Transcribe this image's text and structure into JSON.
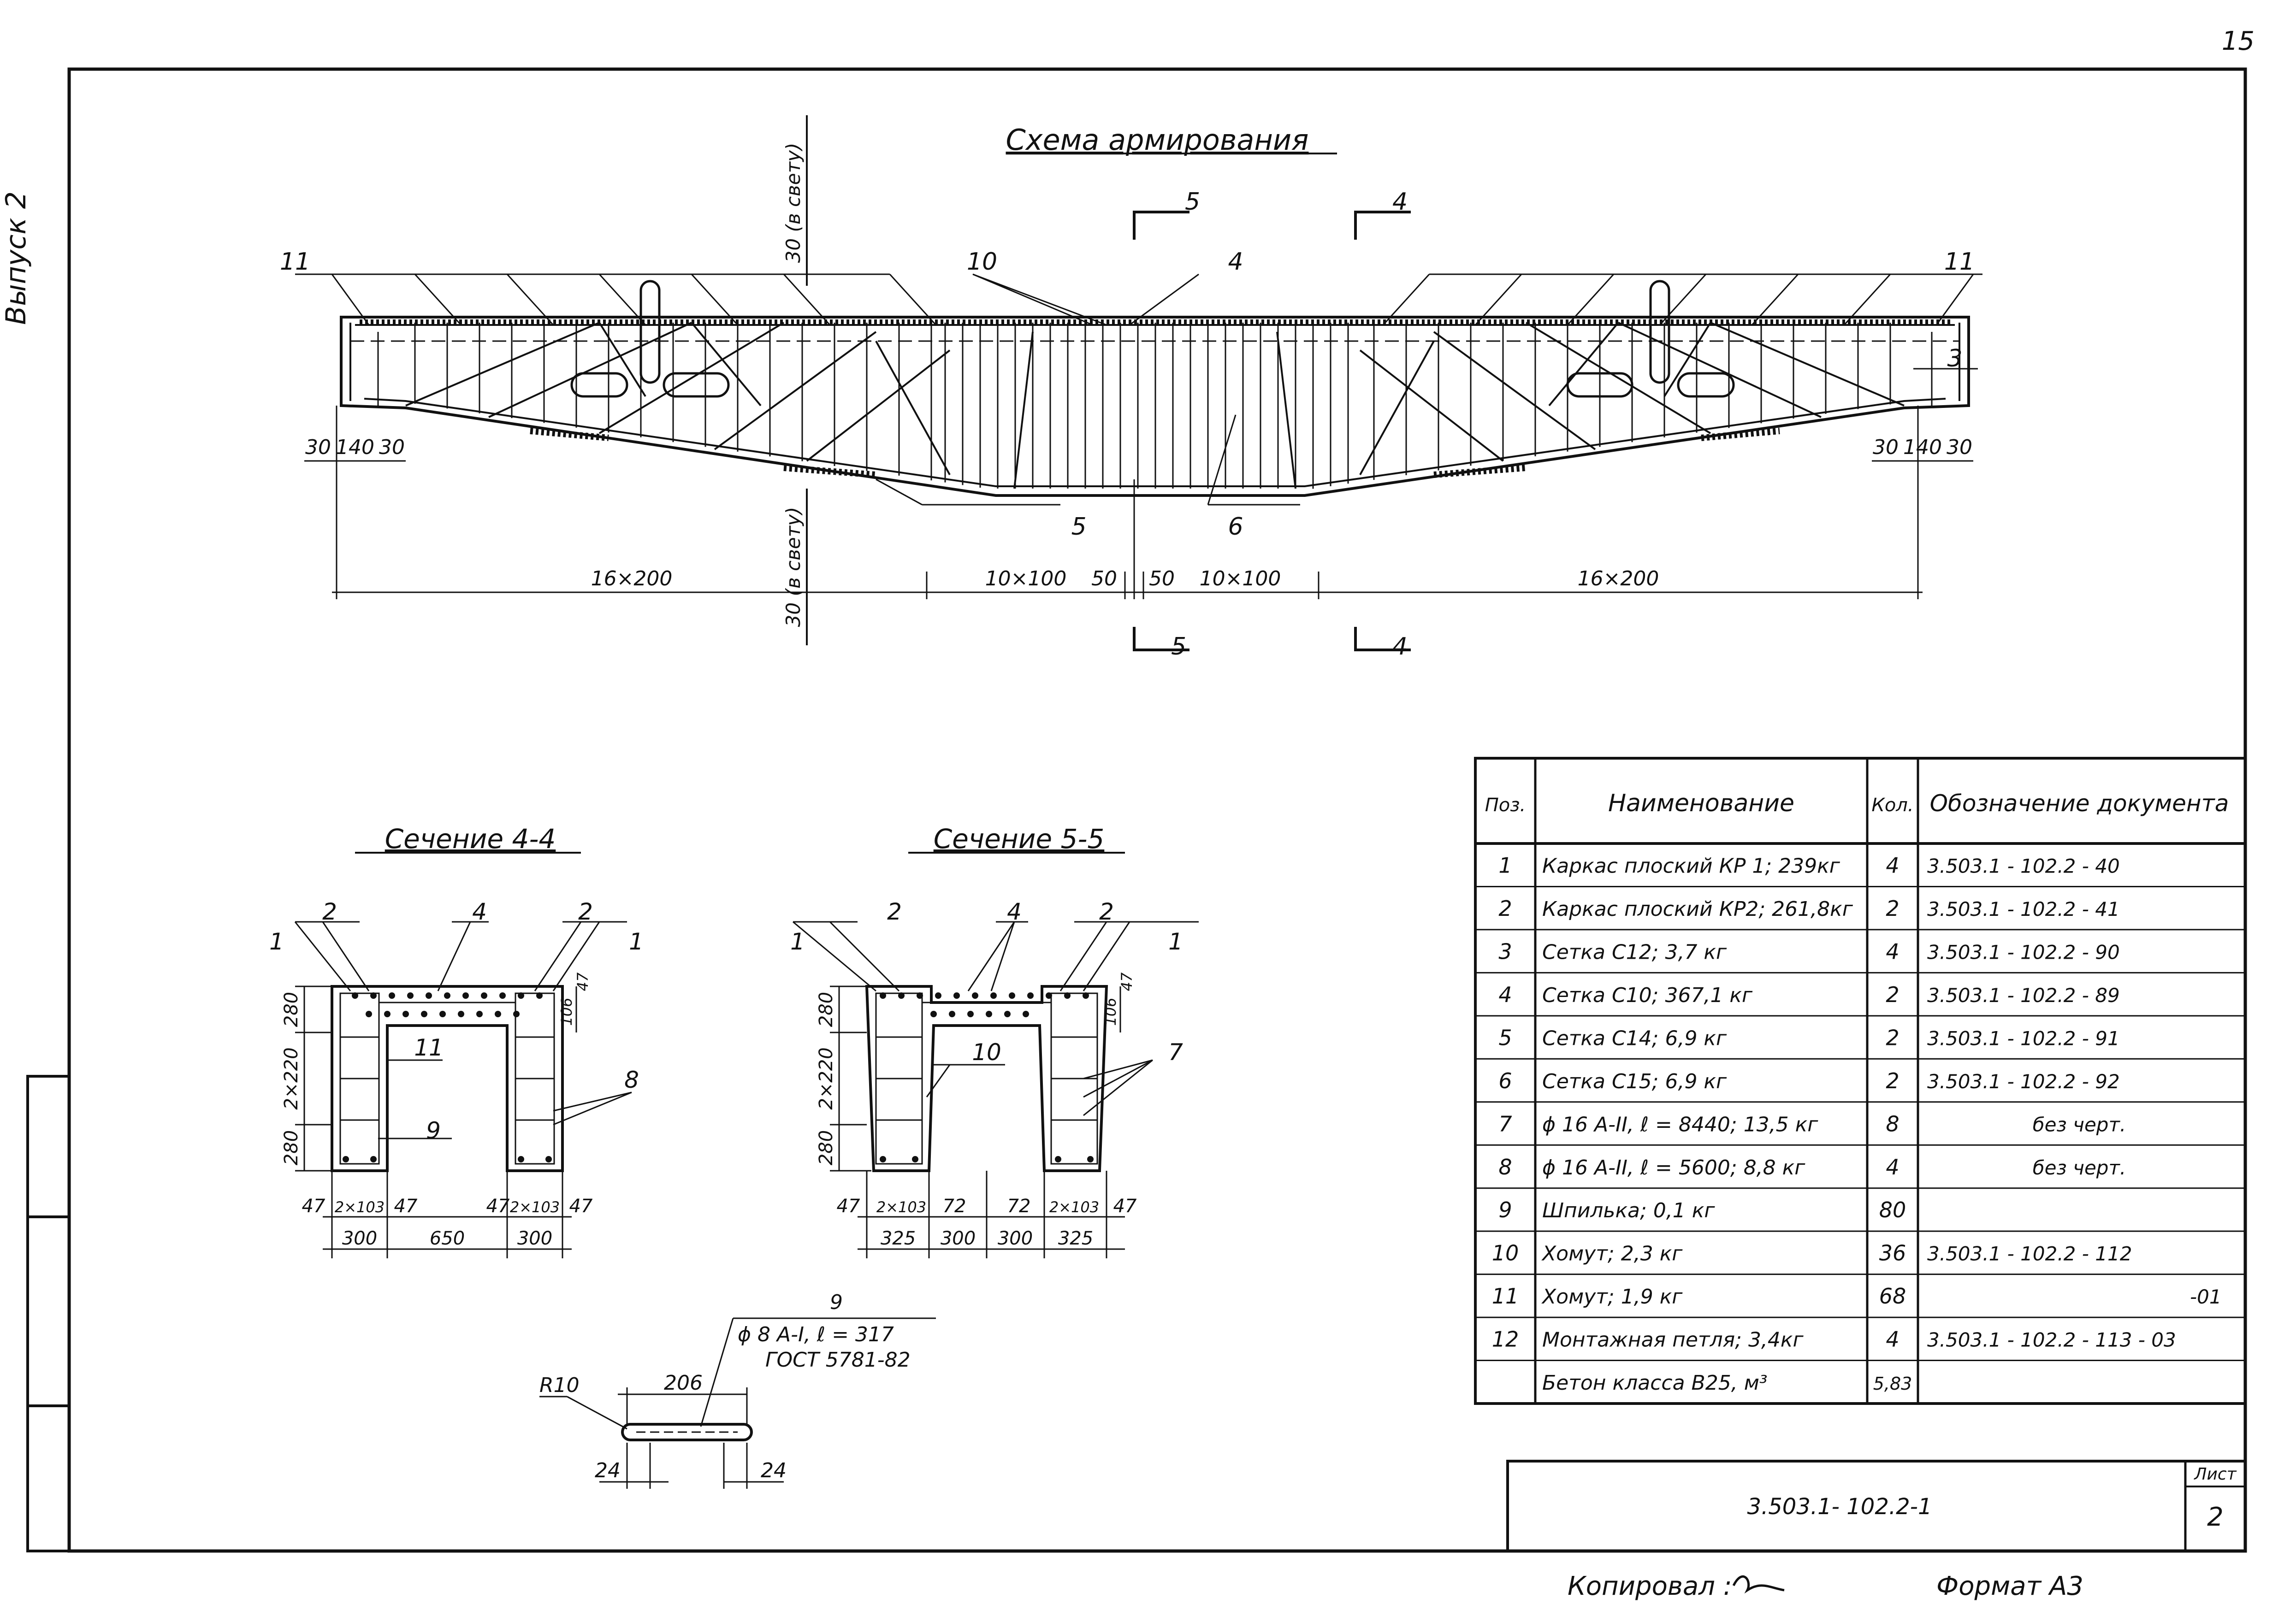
{
  "sheet": {
    "page_number": "15",
    "side_label": "Выпуск 2",
    "doc_code": "3.503.1- 102.2-1",
    "sheet_label": "Лист",
    "sheet_number": "2",
    "copied_label": "Копировал :",
    "format_label": "Формат А3"
  },
  "elevation": {
    "title": "Схема армирования",
    "pos_labels": [
      "11",
      "10",
      "4",
      "11",
      "3",
      "5",
      "6"
    ],
    "section_marks": [
      "5",
      "4",
      "5",
      "4"
    ],
    "center_top_label": "30 (в свету)",
    "center_bottom_label": "30 (в свету)",
    "dims_left": [
      "30",
      "140",
      "30"
    ],
    "dims_right": [
      "30",
      "140",
      "30"
    ],
    "dims_bottom": [
      "16×200",
      "10×100",
      "50",
      "50",
      "10×100",
      "16×200"
    ]
  },
  "section44": {
    "title": "Сечение 4-4",
    "top_labels": [
      "1",
      "2",
      "4",
      "2",
      "1"
    ],
    "side_labels": [
      "11",
      "9",
      "8"
    ],
    "left_dims": [
      "280",
      "2×220",
      "280"
    ],
    "right_dim": "106",
    "top_right_dim": "47",
    "bottom_dims": [
      "47",
      "2×103",
      "47",
      "47",
      "2×103",
      "47"
    ],
    "total_dims": [
      "300",
      "650",
      "300"
    ]
  },
  "section55": {
    "title": "Сечение 5-5",
    "top_labels": [
      "1",
      "2",
      "4",
      "2",
      "1"
    ],
    "side_labels": [
      "10",
      "7"
    ],
    "left_dims": [
      "280",
      "2×220",
      "280"
    ],
    "right_dim": "106",
    "top_right_dim": "47",
    "bottom_dims": [
      "47",
      "2×103",
      "72",
      "72",
      "2×103",
      "47"
    ],
    "total_dims": [
      "325",
      "300",
      "300",
      "325"
    ]
  },
  "pin": {
    "pos": "9",
    "spec_line1": "ϕ 8 А-I, ℓ = 317",
    "spec_line2": "ГОСТ 5781-82",
    "radius": "R10",
    "length": "206",
    "end_left": "24",
    "end_right": "24"
  },
  "spec_table": {
    "headers": [
      "Поз.",
      "Наименование",
      "Кол.",
      "Обозначение документа"
    ],
    "rows": [
      [
        "1",
        "Каркас плоский КР 1; 239кг",
        "4",
        "3.503.1 - 102.2 - 40"
      ],
      [
        "2",
        "Каркас плоский КР2; 261,8кг",
        "2",
        "3.503.1 - 102.2 - 41"
      ],
      [
        "3",
        "Сетка С12;  3,7 кг",
        "4",
        "3.503.1 - 102.2 - 90"
      ],
      [
        "4",
        "Сетка С10;  367,1 кг",
        "2",
        "3.503.1 - 102.2 - 89"
      ],
      [
        "5",
        "Сетка С14;  6,9 кг",
        "2",
        "3.503.1 - 102.2 - 91"
      ],
      [
        "6",
        "Сетка С15;  6,9 кг",
        "2",
        "3.503.1 - 102.2 - 92"
      ],
      [
        "7",
        "ϕ 16 А-II, ℓ = 8440;  13,5 кг",
        "8",
        "без черт."
      ],
      [
        "8",
        "ϕ 16 А-II, ℓ = 5600;  8,8 кг",
        "4",
        "без черт."
      ],
      [
        "9",
        "Шпилька;  0,1 кг",
        "80",
        ""
      ],
      [
        "10",
        "Хомут;  2,3 кг",
        "36",
        "3.503.1 - 102.2 - 112"
      ],
      [
        "11",
        "Хомут;  1,9 кг",
        "68",
        "-01"
      ],
      [
        "12",
        "Монтажная петля; 3,4кг",
        "4",
        "3.503.1 - 102.2 - 113  - 03"
      ],
      [
        "",
        "Бетон класса  В25, м³",
        "5,83",
        ""
      ]
    ]
  }
}
